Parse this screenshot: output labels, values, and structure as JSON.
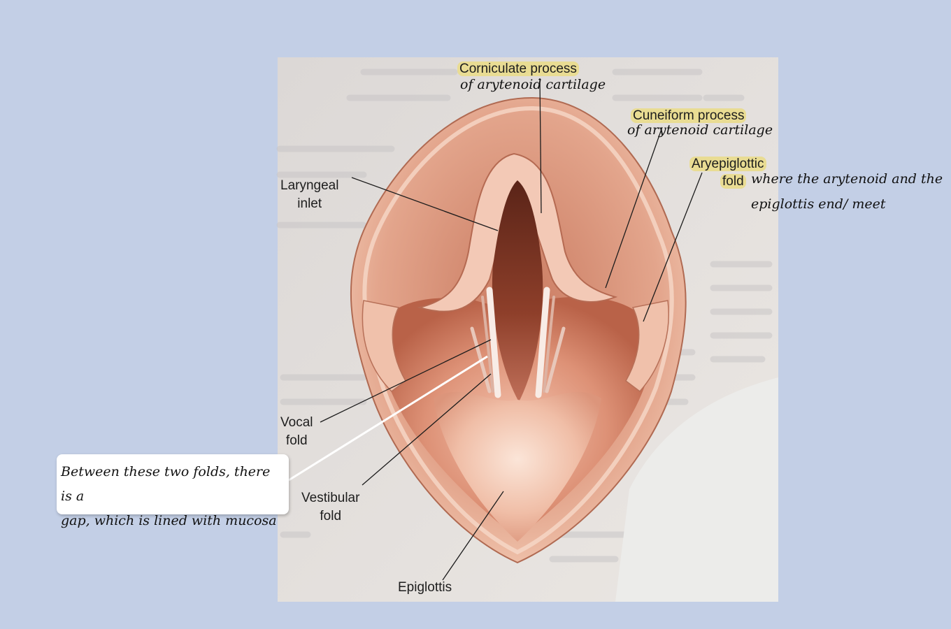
{
  "labels": {
    "corniculate_title": "Corniculate process",
    "corniculate_note": "of arytenoid cartilage",
    "cuneiform_title": "Cuneiform process",
    "cuneiform_note": "of arytenoid cartilage",
    "aryepiglottic_line1": "Aryepiglottic",
    "aryepiglottic_line2": "fold",
    "aryepiglottic_note1": "where the arytenoid and the",
    "aryepiglottic_note2": "epiglottis end/ meet",
    "laryngeal_line1": "Laryngeal",
    "laryngeal_line2": "inlet",
    "vocal_line1": "Vocal",
    "vocal_line2": "fold",
    "vestibular_line1": "Vestibular",
    "vestibular_line2": "fold",
    "epiglottis": "Epiglottis"
  },
  "callout": {
    "line1": "Between these two folds, there is a",
    "line2": "gap, which is lined with mucosa"
  },
  "colors": {
    "background": "#c3cfe6",
    "highlight": "#e9dc93",
    "tissue": "#d9947a",
    "page": "#e6e1dd"
  }
}
